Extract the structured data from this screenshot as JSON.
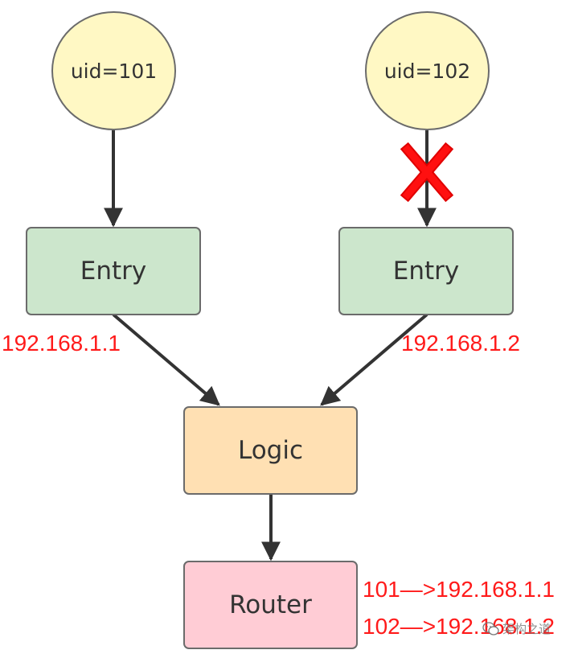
{
  "users": [
    {
      "label": "uid=101"
    },
    {
      "label": "uid=102"
    }
  ],
  "entries": [
    {
      "label": "Entry",
      "ip": "192.168.1.1"
    },
    {
      "label": "Entry",
      "ip": "192.168.1.2"
    }
  ],
  "logic": {
    "label": "Logic"
  },
  "router": {
    "label": "Router",
    "mappings": [
      "101—>192.168.1.1",
      "102—>192.168.1.2"
    ]
  },
  "watermark": "架构之道",
  "colors": {
    "user_fill": "#fff8c4",
    "entry_fill": "#cce6cc",
    "logic_fill": "#ffe0b3",
    "router_fill": "#ffccd5",
    "border": "#6b6b6b",
    "arrow": "#333333",
    "label_red": "#ff1a1a",
    "blocked_mark": "#ff0000"
  },
  "icons": {
    "blocked": "red-x-icon",
    "watermark": "wechat-icon"
  }
}
